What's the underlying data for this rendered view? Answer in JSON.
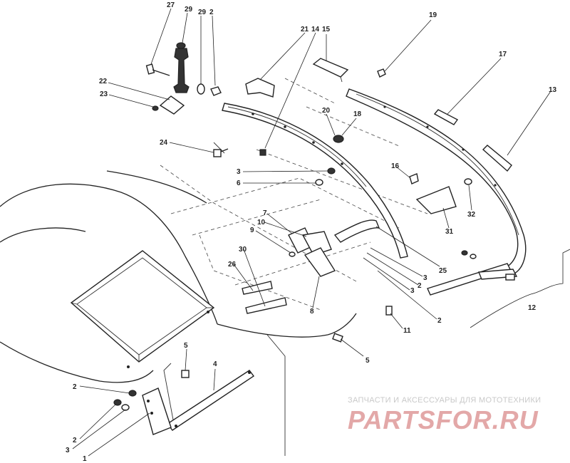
{
  "callouts": [
    {
      "id": "c27",
      "text": "27"
    },
    {
      "id": "c29a",
      "text": "29"
    },
    {
      "id": "c29b",
      "text": "29"
    },
    {
      "id": "c2a",
      "text": "2"
    },
    {
      "id": "c21",
      "text": "21"
    },
    {
      "id": "c14",
      "text": "14"
    },
    {
      "id": "c15",
      "text": "15"
    },
    {
      "id": "c19",
      "text": "19"
    },
    {
      "id": "c17",
      "text": "17"
    },
    {
      "id": "c13",
      "text": "13"
    },
    {
      "id": "c22",
      "text": "22"
    },
    {
      "id": "c23",
      "text": "23"
    },
    {
      "id": "c20",
      "text": "20"
    },
    {
      "id": "c18",
      "text": "18"
    },
    {
      "id": "c24",
      "text": "24"
    },
    {
      "id": "c16",
      "text": "16"
    },
    {
      "id": "c3a",
      "text": "3"
    },
    {
      "id": "c6",
      "text": "6"
    },
    {
      "id": "c32",
      "text": "32"
    },
    {
      "id": "c31",
      "text": "31"
    },
    {
      "id": "c7",
      "text": "7"
    },
    {
      "id": "c10",
      "text": "10"
    },
    {
      "id": "c9",
      "text": "9"
    },
    {
      "id": "c30",
      "text": "30"
    },
    {
      "id": "c26",
      "text": "26"
    },
    {
      "id": "c25",
      "text": "25"
    },
    {
      "id": "c3b",
      "text": "3"
    },
    {
      "id": "c2b",
      "text": "2"
    },
    {
      "id": "c3c",
      "text": "3"
    },
    {
      "id": "c2c",
      "text": "2"
    },
    {
      "id": "c12",
      "text": "12"
    },
    {
      "id": "c8",
      "text": "8"
    },
    {
      "id": "c11",
      "text": "11"
    },
    {
      "id": "c5a",
      "text": "5"
    },
    {
      "id": "c5b",
      "text": "5"
    },
    {
      "id": "c4",
      "text": "4"
    },
    {
      "id": "c2d",
      "text": "2"
    },
    {
      "id": "c2e",
      "text": "2"
    },
    {
      "id": "c3d",
      "text": "3"
    },
    {
      "id": "c1",
      "text": "1"
    }
  ],
  "watermark": {
    "subtitle": "ЗАПЧАСТИ И АКСЕССУАРЫ ДЛЯ МОТОТЕХНИКИ",
    "logo": "PARTSFOR.RU",
    "color": "#e3a8a8"
  }
}
